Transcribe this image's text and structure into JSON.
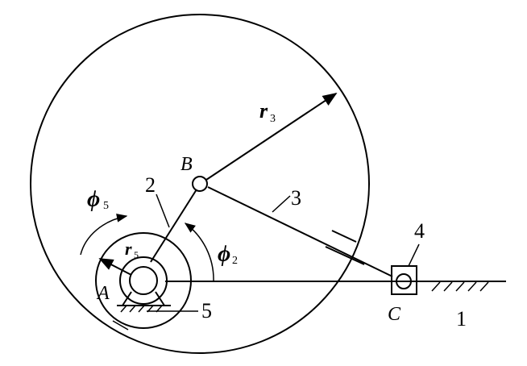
{
  "labels": {
    "A": "A",
    "B": "B",
    "C": "C",
    "link_1": "1",
    "link_2": "2",
    "link_3": "3",
    "link_4": "4",
    "link_5": "5",
    "r3_main": "r",
    "r3_sub": "3",
    "r5_main": "r",
    "r5_sub": "5",
    "phi2_main": "ϕ",
    "phi2_sub": "2",
    "phi5_main": "ϕ",
    "phi5_sub": "5"
  }
}
